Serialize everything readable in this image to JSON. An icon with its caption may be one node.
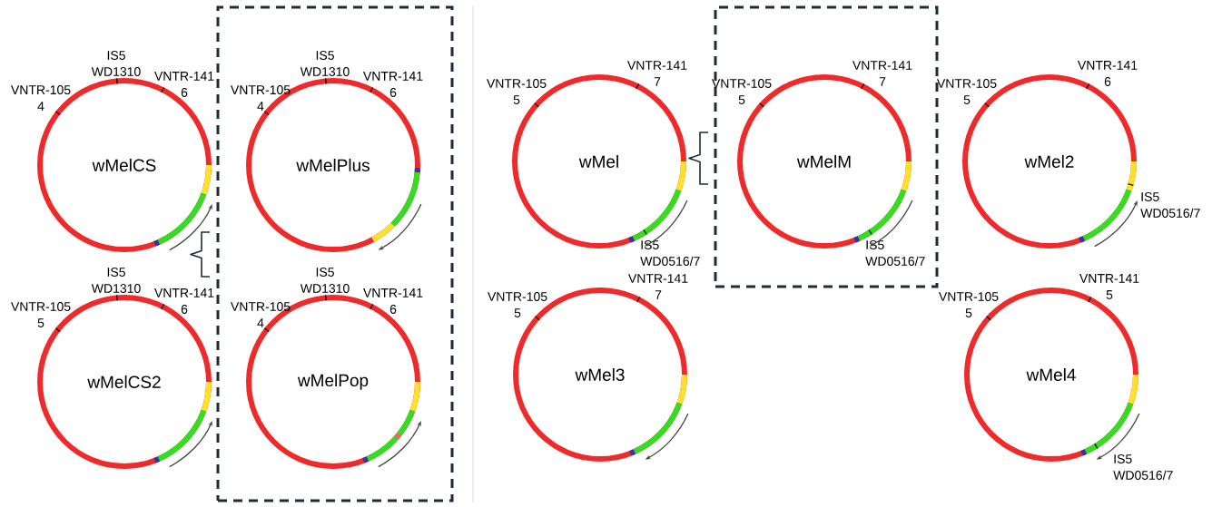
{
  "diagram": {
    "nodes": [
      {
        "text": [
          "wMelCS"
        ],
        "beside": [
          "IS5 WD1310",
          "VNTR-141 6",
          "VNTR-105 4"
        ]
      },
      {
        "text": [],
        "shape": "box"
      },
      {
        "text": [
          "wMelPlus"
        ],
        "in": 1,
        "beside": [
          "IS5 WD1310",
          "VNTR-141 6",
          "VNTR-105 4"
        ]
      },
      {
        "text": [
          "wMel"
        ],
        "beside": [
          "VNTR-141 7",
          "VNTR-105 5",
          "IS5 WD0516/7"
        ]
      },
      {
        "text": [],
        "shape": "box"
      },
      {
        "text": [
          "wMelM"
        ],
        "in": 4,
        "beside": [
          "VNTR-141 7",
          "VNTR-105 5",
          "IS5 WD0516/7"
        ]
      },
      {
        "text": [
          "wMel2"
        ],
        "beside": [
          "VNTR-141 6",
          "VNTR-105 5",
          "IS5 WD0516/7"
        ]
      },
      {
        "text": [
          "wMelCS2"
        ],
        "beside": [
          "IS5 WD1310",
          "VNTR-141 6",
          "VNTR-105 5"
        ]
      },
      {
        "text": [
          "wMelPop"
        ],
        "in": 1,
        "beside": [
          "IS5 WD1310",
          "VNTR-141 6",
          "VNTR-105 4"
        ]
      },
      {
        "text": [
          "wMel3"
        ],
        "beside": [
          "VNTR-141 7",
          "VNTR-105 5"
        ]
      },
      {
        "text": [
          "wMel4"
        ],
        "beside": [
          "VNTR-141 5",
          "VNTR-105 5",
          "IS5 WD0516/7"
        ]
      }
    ]
  }
}
